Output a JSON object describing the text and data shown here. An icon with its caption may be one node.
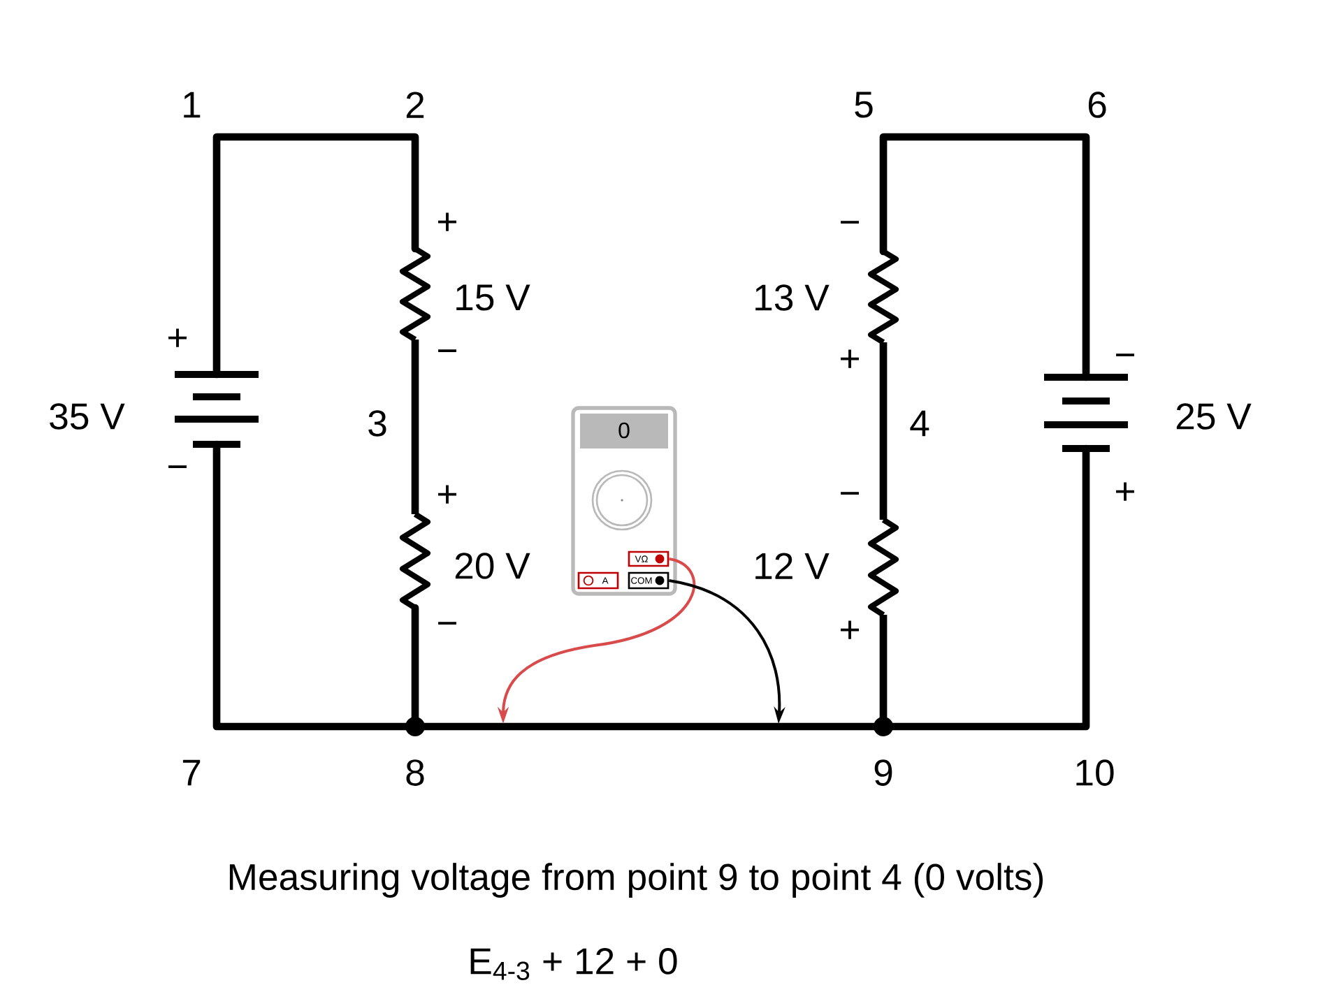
{
  "diagram": {
    "caption": "Measuring voltage from point 9 to point 4 (0 volts)",
    "nodes": [
      {
        "text": [
          "0"
        ]
      },
      {
        "text": [
          "VΩ"
        ],
        "in": 0
      },
      {
        "text": [
          "A"
        ],
        "in": 0
      },
      {
        "text": [
          "COM"
        ],
        "in": 0
      }
    ],
    "edges": [
      {
        "from": 1,
        "to": null,
        "arrow": "to",
        "color": "#d94a4a"
      },
      {
        "from": 3,
        "to": null,
        "arrow": "to",
        "color": "#000000"
      }
    ],
    "labels": [
      "1",
      "2",
      "5",
      "6",
      "+",
      "−",
      "15 V",
      "13 V",
      "+",
      "−",
      "+",
      "−",
      "35 V",
      "3",
      "4",
      "25 V",
      "−",
      "+",
      "−",
      "+",
      "20 V",
      "12 V",
      "−",
      "+",
      "7",
      "8",
      "9",
      "10",
      "E$_{4-3}$ + 12 + 0"
    ]
  }
}
